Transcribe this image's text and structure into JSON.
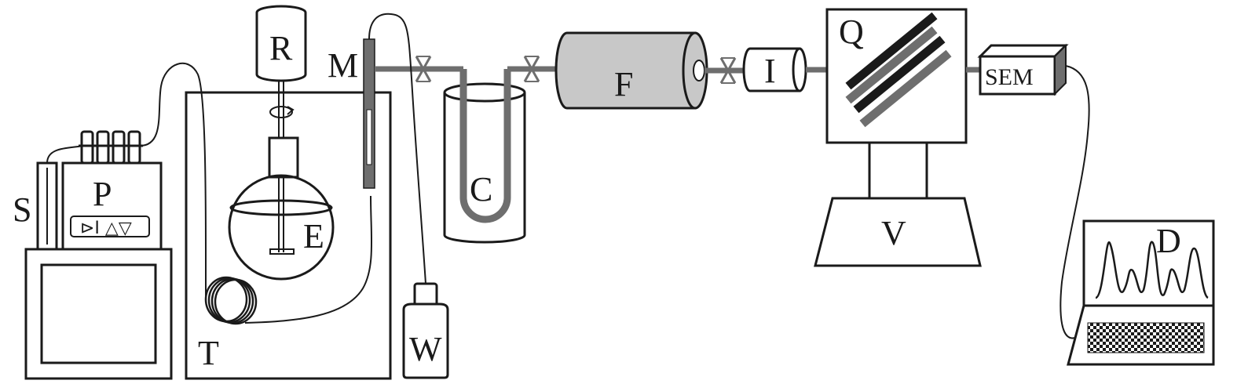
{
  "labels": {
    "R": "R",
    "M": "M",
    "F": "F",
    "I": "I",
    "Q": "Q",
    "SEM": "SEM",
    "S": "S",
    "P": "P",
    "C": "C",
    "E": "E",
    "V": "V",
    "D": "D",
    "T": "T",
    "W": "W"
  },
  "pump_controls": "⊳I △▽",
  "colors": {
    "line": "#1a1a1a",
    "tube": "#6e6e6e",
    "furnace_fill": "#c8c8c8",
    "background": "#ffffff"
  }
}
